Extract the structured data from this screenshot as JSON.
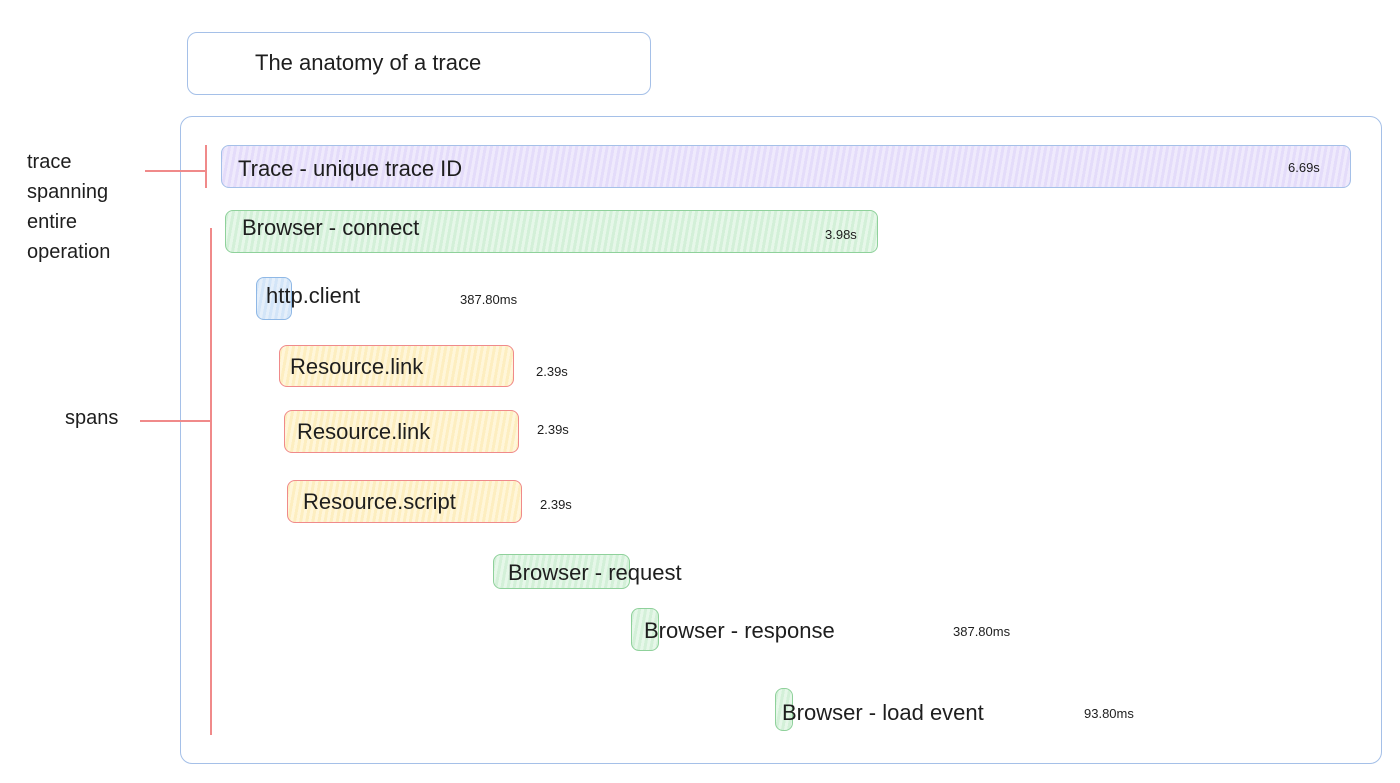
{
  "title": "The anatomy of a trace",
  "annotations": {
    "trace_label": [
      "trace",
      "spanning",
      "entire",
      "operation"
    ],
    "spans_label": "spans"
  },
  "colors": {
    "trace": "#e4dcfa",
    "browser": "#d3f0d8",
    "http": "#d3e5f8",
    "resource": "#fdeec0",
    "annotation_line": "#f08a8a",
    "frame": "#a5c0e8"
  },
  "trace": {
    "label": "Trace - unique trace ID",
    "duration": "6.69s"
  },
  "spans": [
    {
      "label": "Browser - connect",
      "duration": "3.98s"
    },
    {
      "label": "http.client",
      "duration": "387.80ms"
    },
    {
      "label": "Resource.link",
      "duration": "2.39s"
    },
    {
      "label": "Resource.link",
      "duration": "2.39s"
    },
    {
      "label": "Resource.script",
      "duration": "2.39s"
    },
    {
      "label": "Browser - request"
    },
    {
      "label": "Browser - response",
      "duration": "387.80ms"
    },
    {
      "label": "Browser - load event",
      "duration": "93.80ms"
    }
  ]
}
